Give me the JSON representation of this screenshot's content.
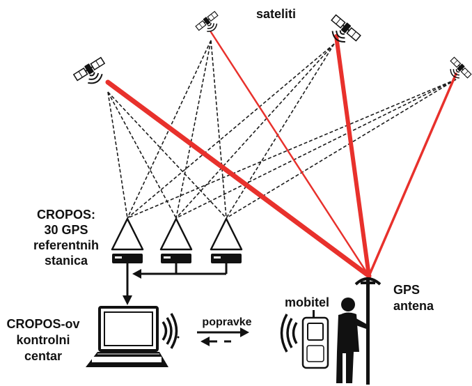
{
  "labels": {
    "satellites": "sateliti",
    "network": [
      "CROPOS:",
      "30 GPS",
      "referentnih",
      "stanica"
    ],
    "control_center": [
      "CROPOS-ov",
      "kontrolni",
      "centar"
    ],
    "corrections": "popravke",
    "mobile": "mobitel",
    "antenna": [
      "GPS",
      "antena"
    ]
  },
  "colors": {
    "signal_line": "#e8312c",
    "dashed_line": "#1a1a1a",
    "ink": "#111111",
    "background": "#ffffff"
  },
  "icons": {
    "satellite": "satellite-icon",
    "reference_station": "gps-reference-station-icon",
    "computer": "laptop-icon",
    "phone": "mobile-phone-icon",
    "surveyor": "surveyor-with-rover-icon",
    "radio_waves": "radio-waves-icon"
  }
}
